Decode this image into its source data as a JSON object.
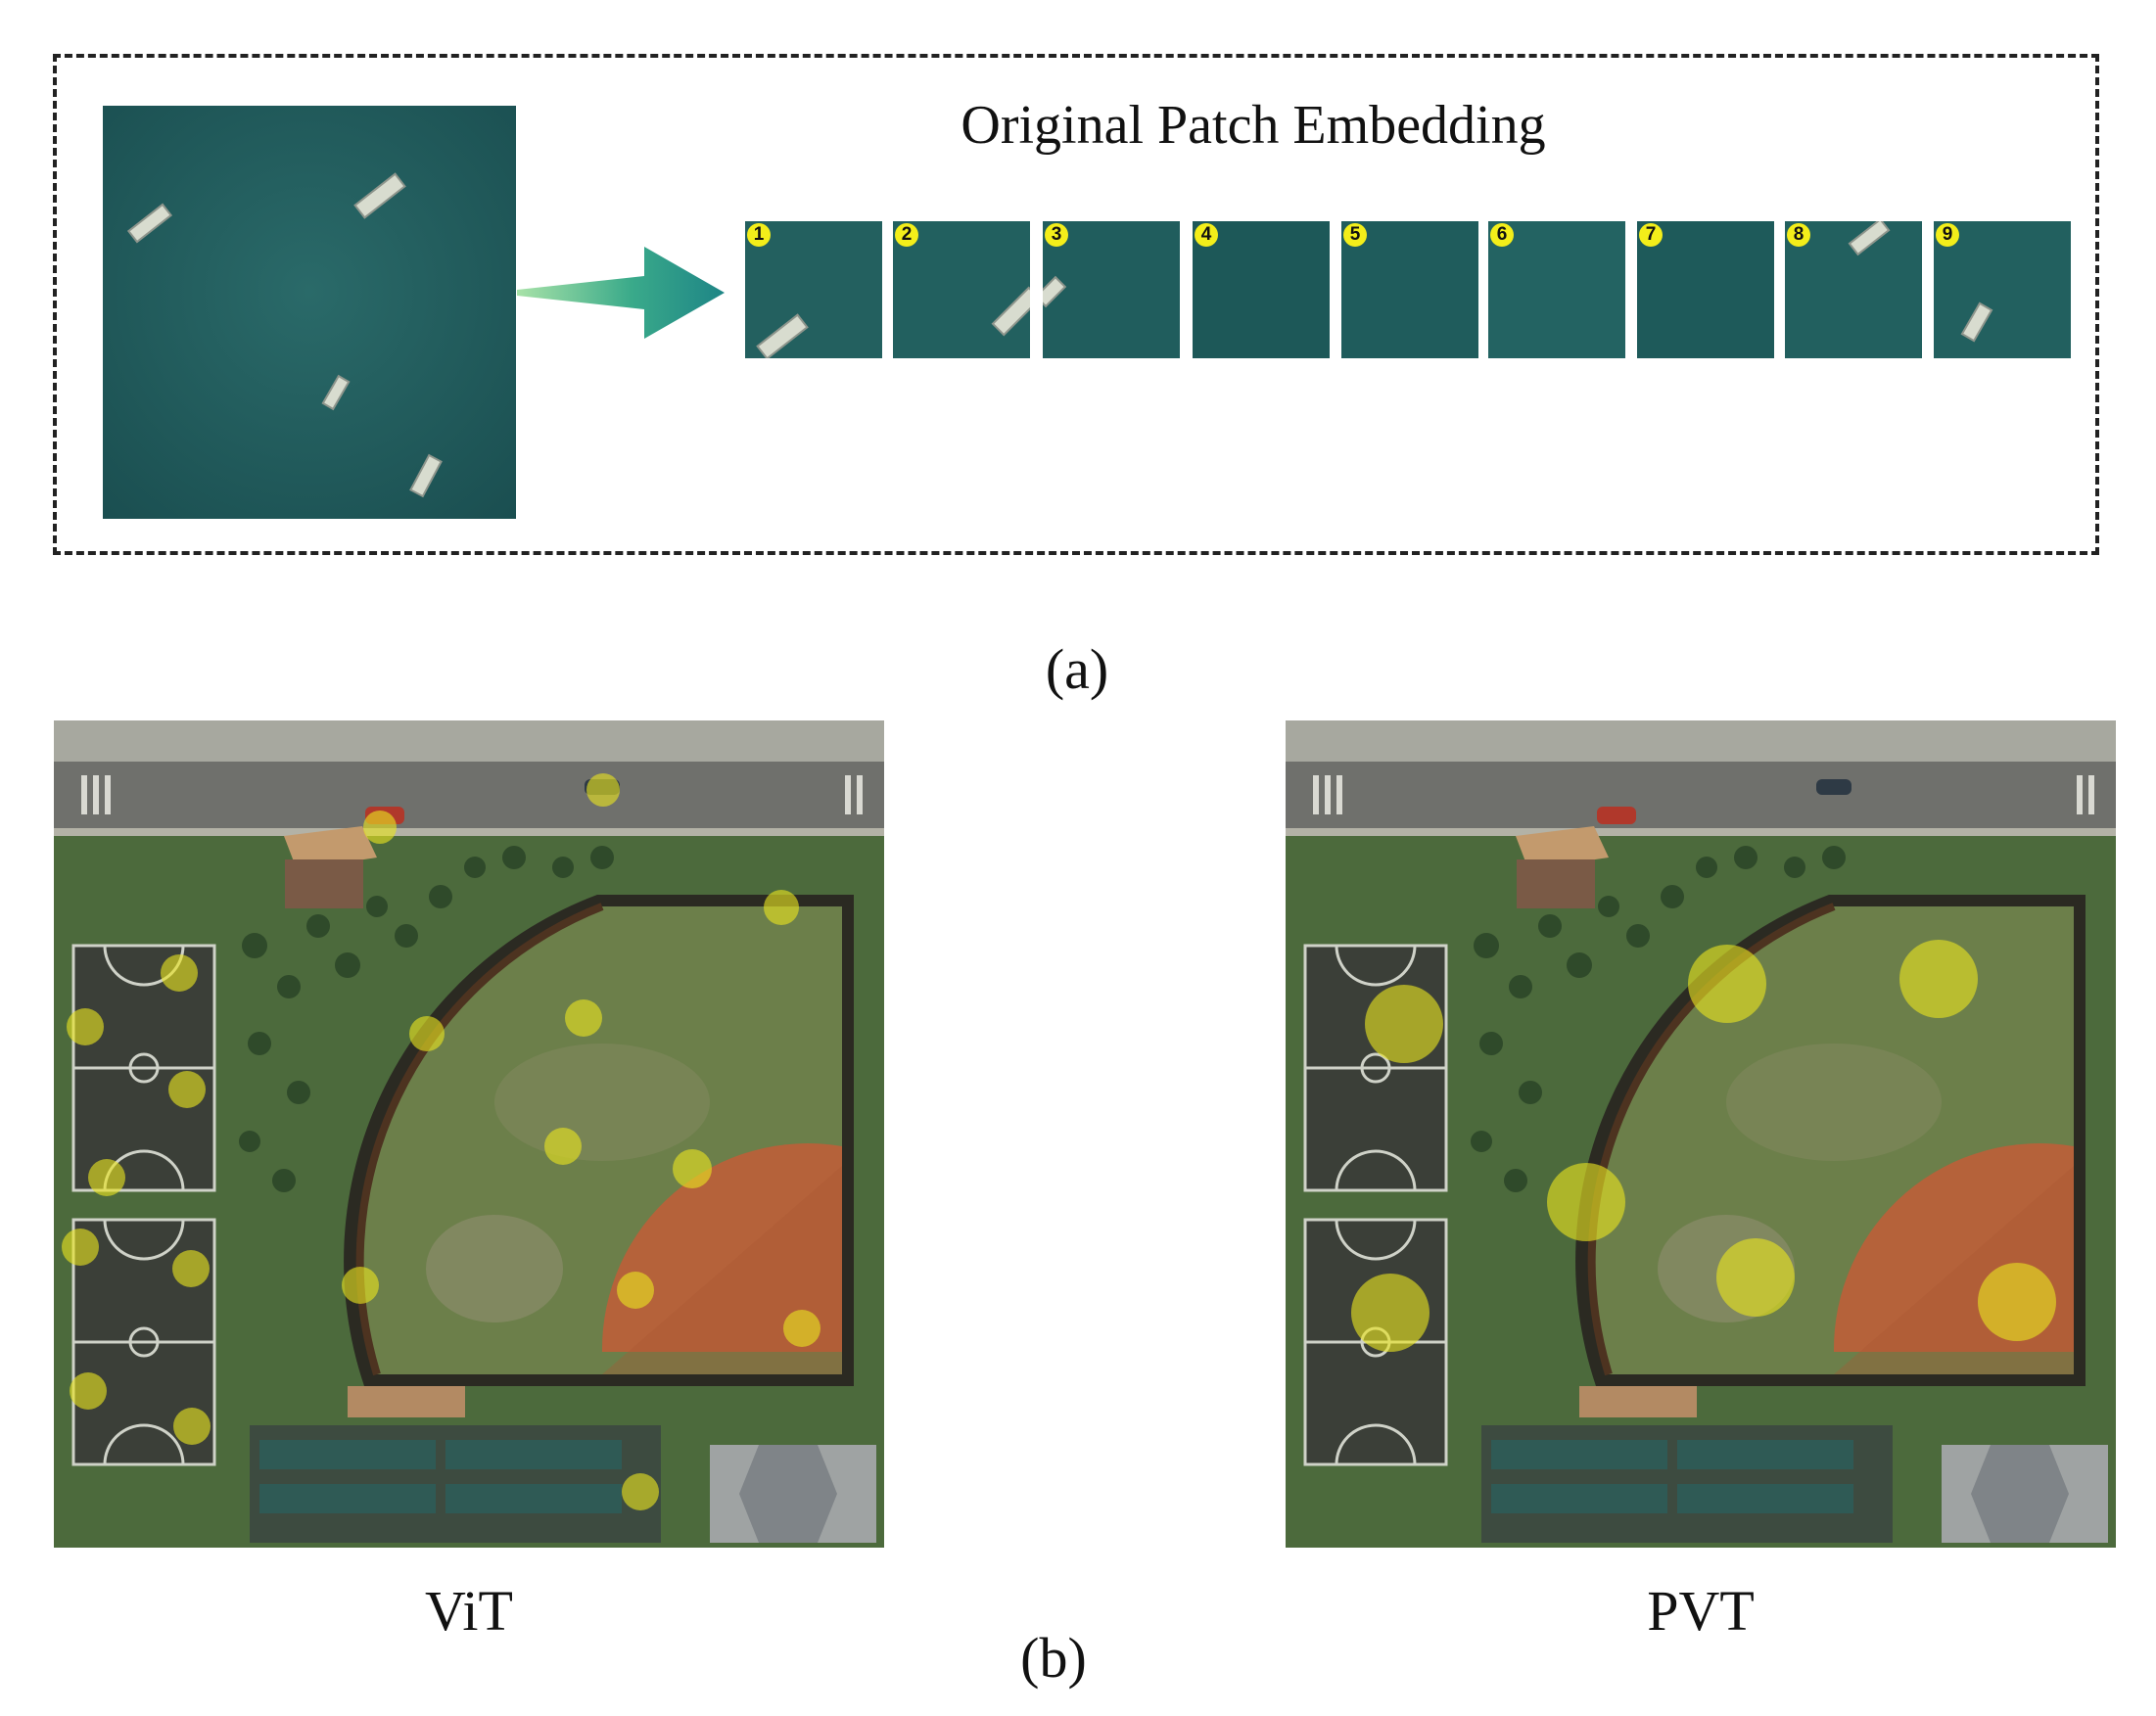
{
  "panel_a": {
    "title": "Original Patch Embedding",
    "caption": "(a)",
    "patches": [
      "1",
      "2",
      "3",
      "4",
      "5",
      "6",
      "7",
      "8",
      "9"
    ]
  },
  "panel_b": {
    "caption": "(b)",
    "left_label": "ViT",
    "right_label": "PVT"
  },
  "colors": {
    "sea": "#1f5a5b",
    "grass": "#4f6b3e",
    "infield_clay": "#b5623a",
    "badge": "#f3ee1a",
    "spot": "#e9e321"
  }
}
